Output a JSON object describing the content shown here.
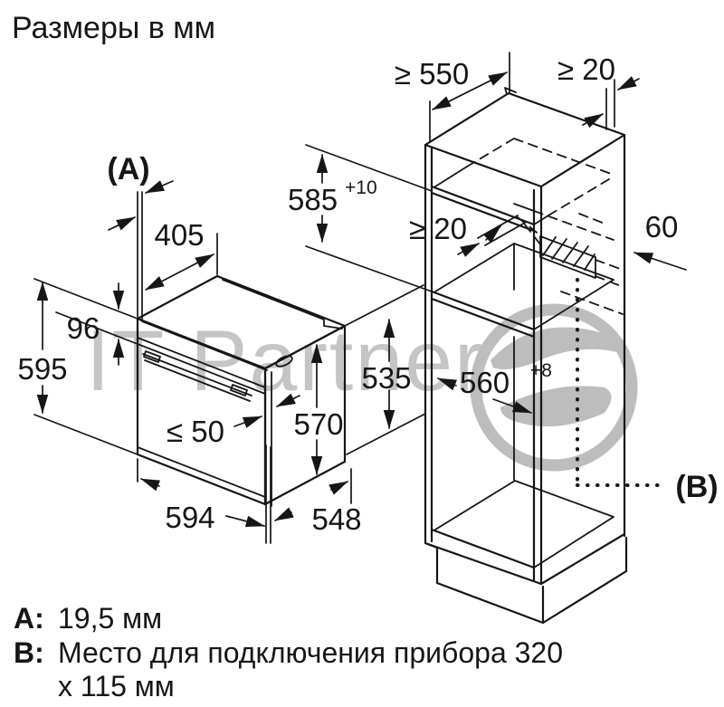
{
  "title": "Размеры в мм",
  "watermark": {
    "text": "IT Partner"
  },
  "oven": {
    "marker_a": "(A)",
    "dim_top_depth": "405",
    "dim_panel_height": "96",
    "dim_height": "595",
    "dim_door_gap": "≤ 50",
    "dim_inner_height": "570",
    "dim_width": "594",
    "dim_body_depth": "548"
  },
  "cabinet": {
    "dim_depth": "≥ 550",
    "dim_rear_gap": "≥ 20",
    "dim_niche_height": "585",
    "dim_niche_height_tol": "+10",
    "dim_vent_gap": "≥ 20",
    "dim_side": "60",
    "dim_niche_height_left": "535",
    "dim_niche_width": "560",
    "dim_niche_width_tol": "+8",
    "marker_b": "(B)"
  },
  "legend": {
    "a_key": "A:",
    "a_value": "19,5 мм",
    "b_key": "B:",
    "b_value": "Место для подключения прибора 320",
    "b_value_cont": "х 115 мм"
  }
}
